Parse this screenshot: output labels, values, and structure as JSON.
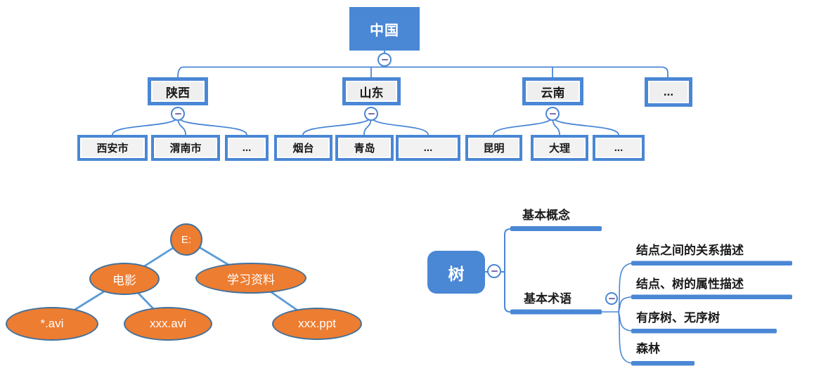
{
  "colors": {
    "blue": "#4A87D5",
    "box-fill": "#EFEFEF",
    "orange": "#ED7D31",
    "orange-stroke": "#41719C",
    "edge": "#5B9BD5",
    "minus": "#7D6BA8",
    "text": "#1a1a1a"
  },
  "china_tree": {
    "root": "中国",
    "provinces": [
      {
        "label": "陕西",
        "cities": [
          "西安市",
          "渭南市",
          "..."
        ]
      },
      {
        "label": "山东",
        "cities": [
          "烟台",
          "青岛",
          "..."
        ]
      },
      {
        "label": "云南",
        "cities": [
          "昆明",
          "大理",
          "..."
        ]
      },
      {
        "label": "..."
      }
    ]
  },
  "directory_tree": {
    "root": "E:",
    "children": [
      {
        "label": "电影",
        "children": [
          "*.avi",
          "xxx.avi"
        ]
      },
      {
        "label": "学习资料",
        "children": [
          "xxx.ppt"
        ]
      }
    ]
  },
  "mindmap": {
    "root": "树",
    "branches": [
      {
        "label": "基本概念"
      },
      {
        "label": "基本术语",
        "children": [
          "结点之间的关系描述",
          "结点、树的属性描述",
          "有序树、无序树",
          "森林"
        ]
      }
    ]
  }
}
